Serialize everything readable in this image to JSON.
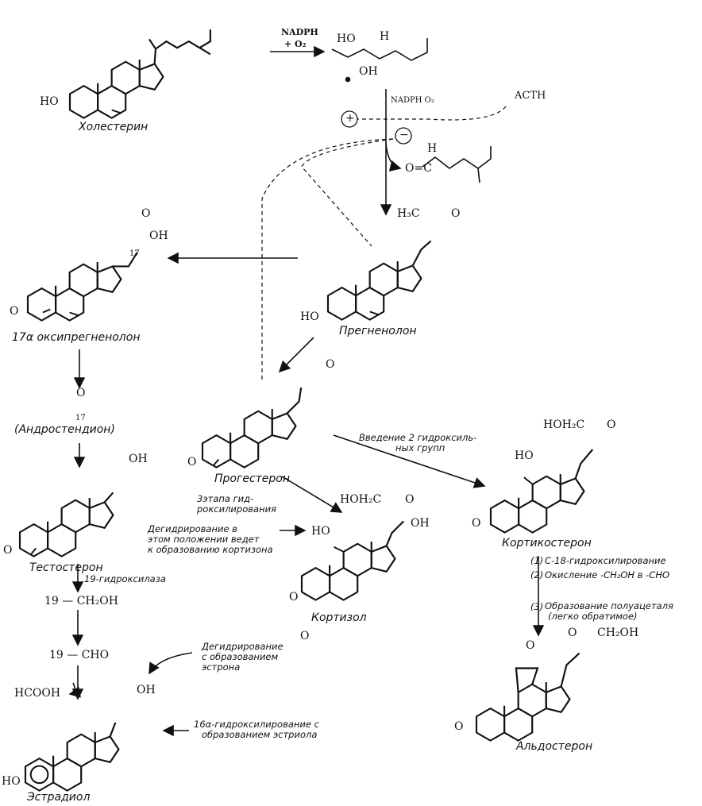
{
  "compounds": {
    "cholesterol": "Холестерин",
    "hydroxy_pregnenolone": "17α  оксипрегненолон",
    "pregnenolone": "Прегненолон",
    "androstenedione": "(Андростендион)",
    "progesterone": "Прогестерон",
    "testosterone": "Тестостерон",
    "cortisol": "Кортизол",
    "corticosterone": "Кортикостерон",
    "aldosterone": "Альдостерон",
    "estradiol": "Эстрадиол"
  },
  "reagents": {
    "nadph_o2_line1": "NADPH",
    "nadph_o2_line2": "+ O₂",
    "nadph_o2_vertical": "NADPH  O₂",
    "acth": "ACTH",
    "plus": "+",
    "minus": "−"
  },
  "groups": {
    "ho": "HO",
    "oh": "OH",
    "h": "H",
    "o": "O",
    "ch3co": "H₃C",
    "hoh2c": "HOH₂C",
    "ch2oh": "CH₂OH",
    "c17": "17",
    "oh_ald": "O",
    "ch19_oh": "19 — CH₂OH",
    "ch19_cho": "19 — CHO",
    "hcooh": "HCOOH",
    "aldehyde_text": "O=C"
  },
  "notes": {
    "hydroxylation_19": "19-гидроксилаза",
    "two_hydroxyls_line1": "Введение 2 гидроксиль-",
    "two_hydroxyls_line2": "ных групп",
    "three_steps_line1": "3этапа гид-",
    "three_steps_line2": "роксилирования",
    "dehydration_line1": "Дегидрирование в",
    "dehydration_line2": "этом положении ведет",
    "dehydration_line3": "к образованию кортизона",
    "c18_step": "C-18-гидроксилирование",
    "oxidation_step": "Окисление -CH₂OH в -CHO",
    "hemiacetal_line1": "Образование полуацеталя",
    "hemiacetal_line2": "(легко обратимое)",
    "step1": "(1)",
    "step2": "(2)",
    "step3": "(3)",
    "estrone_line1": "Дегидрирование",
    "estrone_line2": "с образованием",
    "estrone_line3": "эстрона",
    "estriol_line1": "16α-гидроксилирование с",
    "estriol_line2": "образованием эстриола"
  }
}
